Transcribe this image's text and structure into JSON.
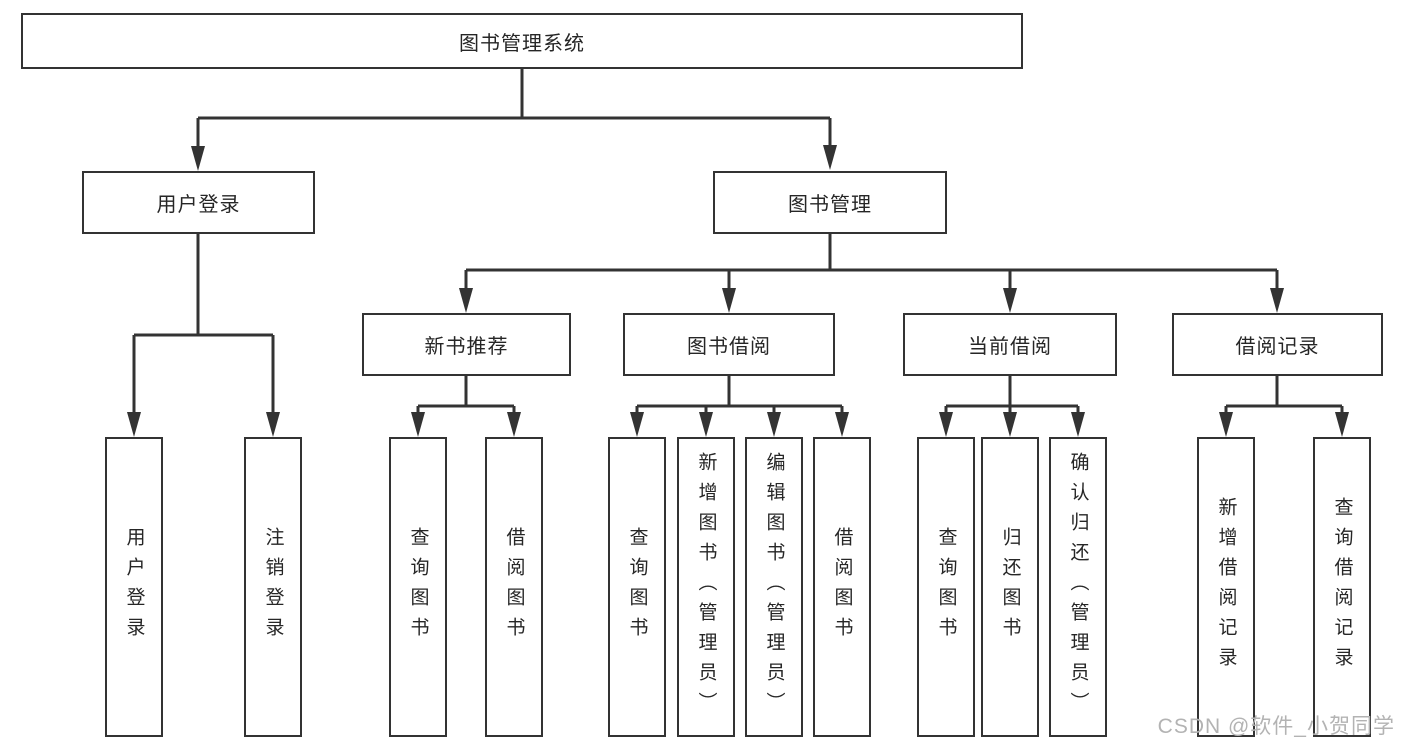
{
  "watermark": "CSDN @软件_小贺同学",
  "colors": {
    "line": "#333333",
    "box_border": "#333333",
    "box_background": "#ffffff",
    "text": "#262626",
    "watermark": "#b3b3b3",
    "page_background": "#ffffff"
  },
  "tree": {
    "label": "图书管理系统",
    "children": [
      {
        "label": "用户登录",
        "children": [
          {
            "label": "用户登录"
          },
          {
            "label": "注销登录"
          }
        ]
      },
      {
        "label": "图书管理",
        "children": [
          {
            "label": "新书推荐",
            "children": [
              {
                "label": "查询图书"
              },
              {
                "label": "借阅图书"
              }
            ]
          },
          {
            "label": "图书借阅",
            "children": [
              {
                "label": "查询图书"
              },
              {
                "label": "新增图书（管理员）"
              },
              {
                "label": "编辑图书（管理员）"
              },
              {
                "label": "借阅图书"
              }
            ]
          },
          {
            "label": "当前借阅",
            "children": [
              {
                "label": "查询图书"
              },
              {
                "label": "归还图书"
              },
              {
                "label": "确认归还（管理员）"
              }
            ]
          },
          {
            "label": "借阅记录",
            "children": [
              {
                "label": "新增借阅记录"
              },
              {
                "label": "查询借阅记录"
              }
            ]
          }
        ]
      }
    ]
  }
}
